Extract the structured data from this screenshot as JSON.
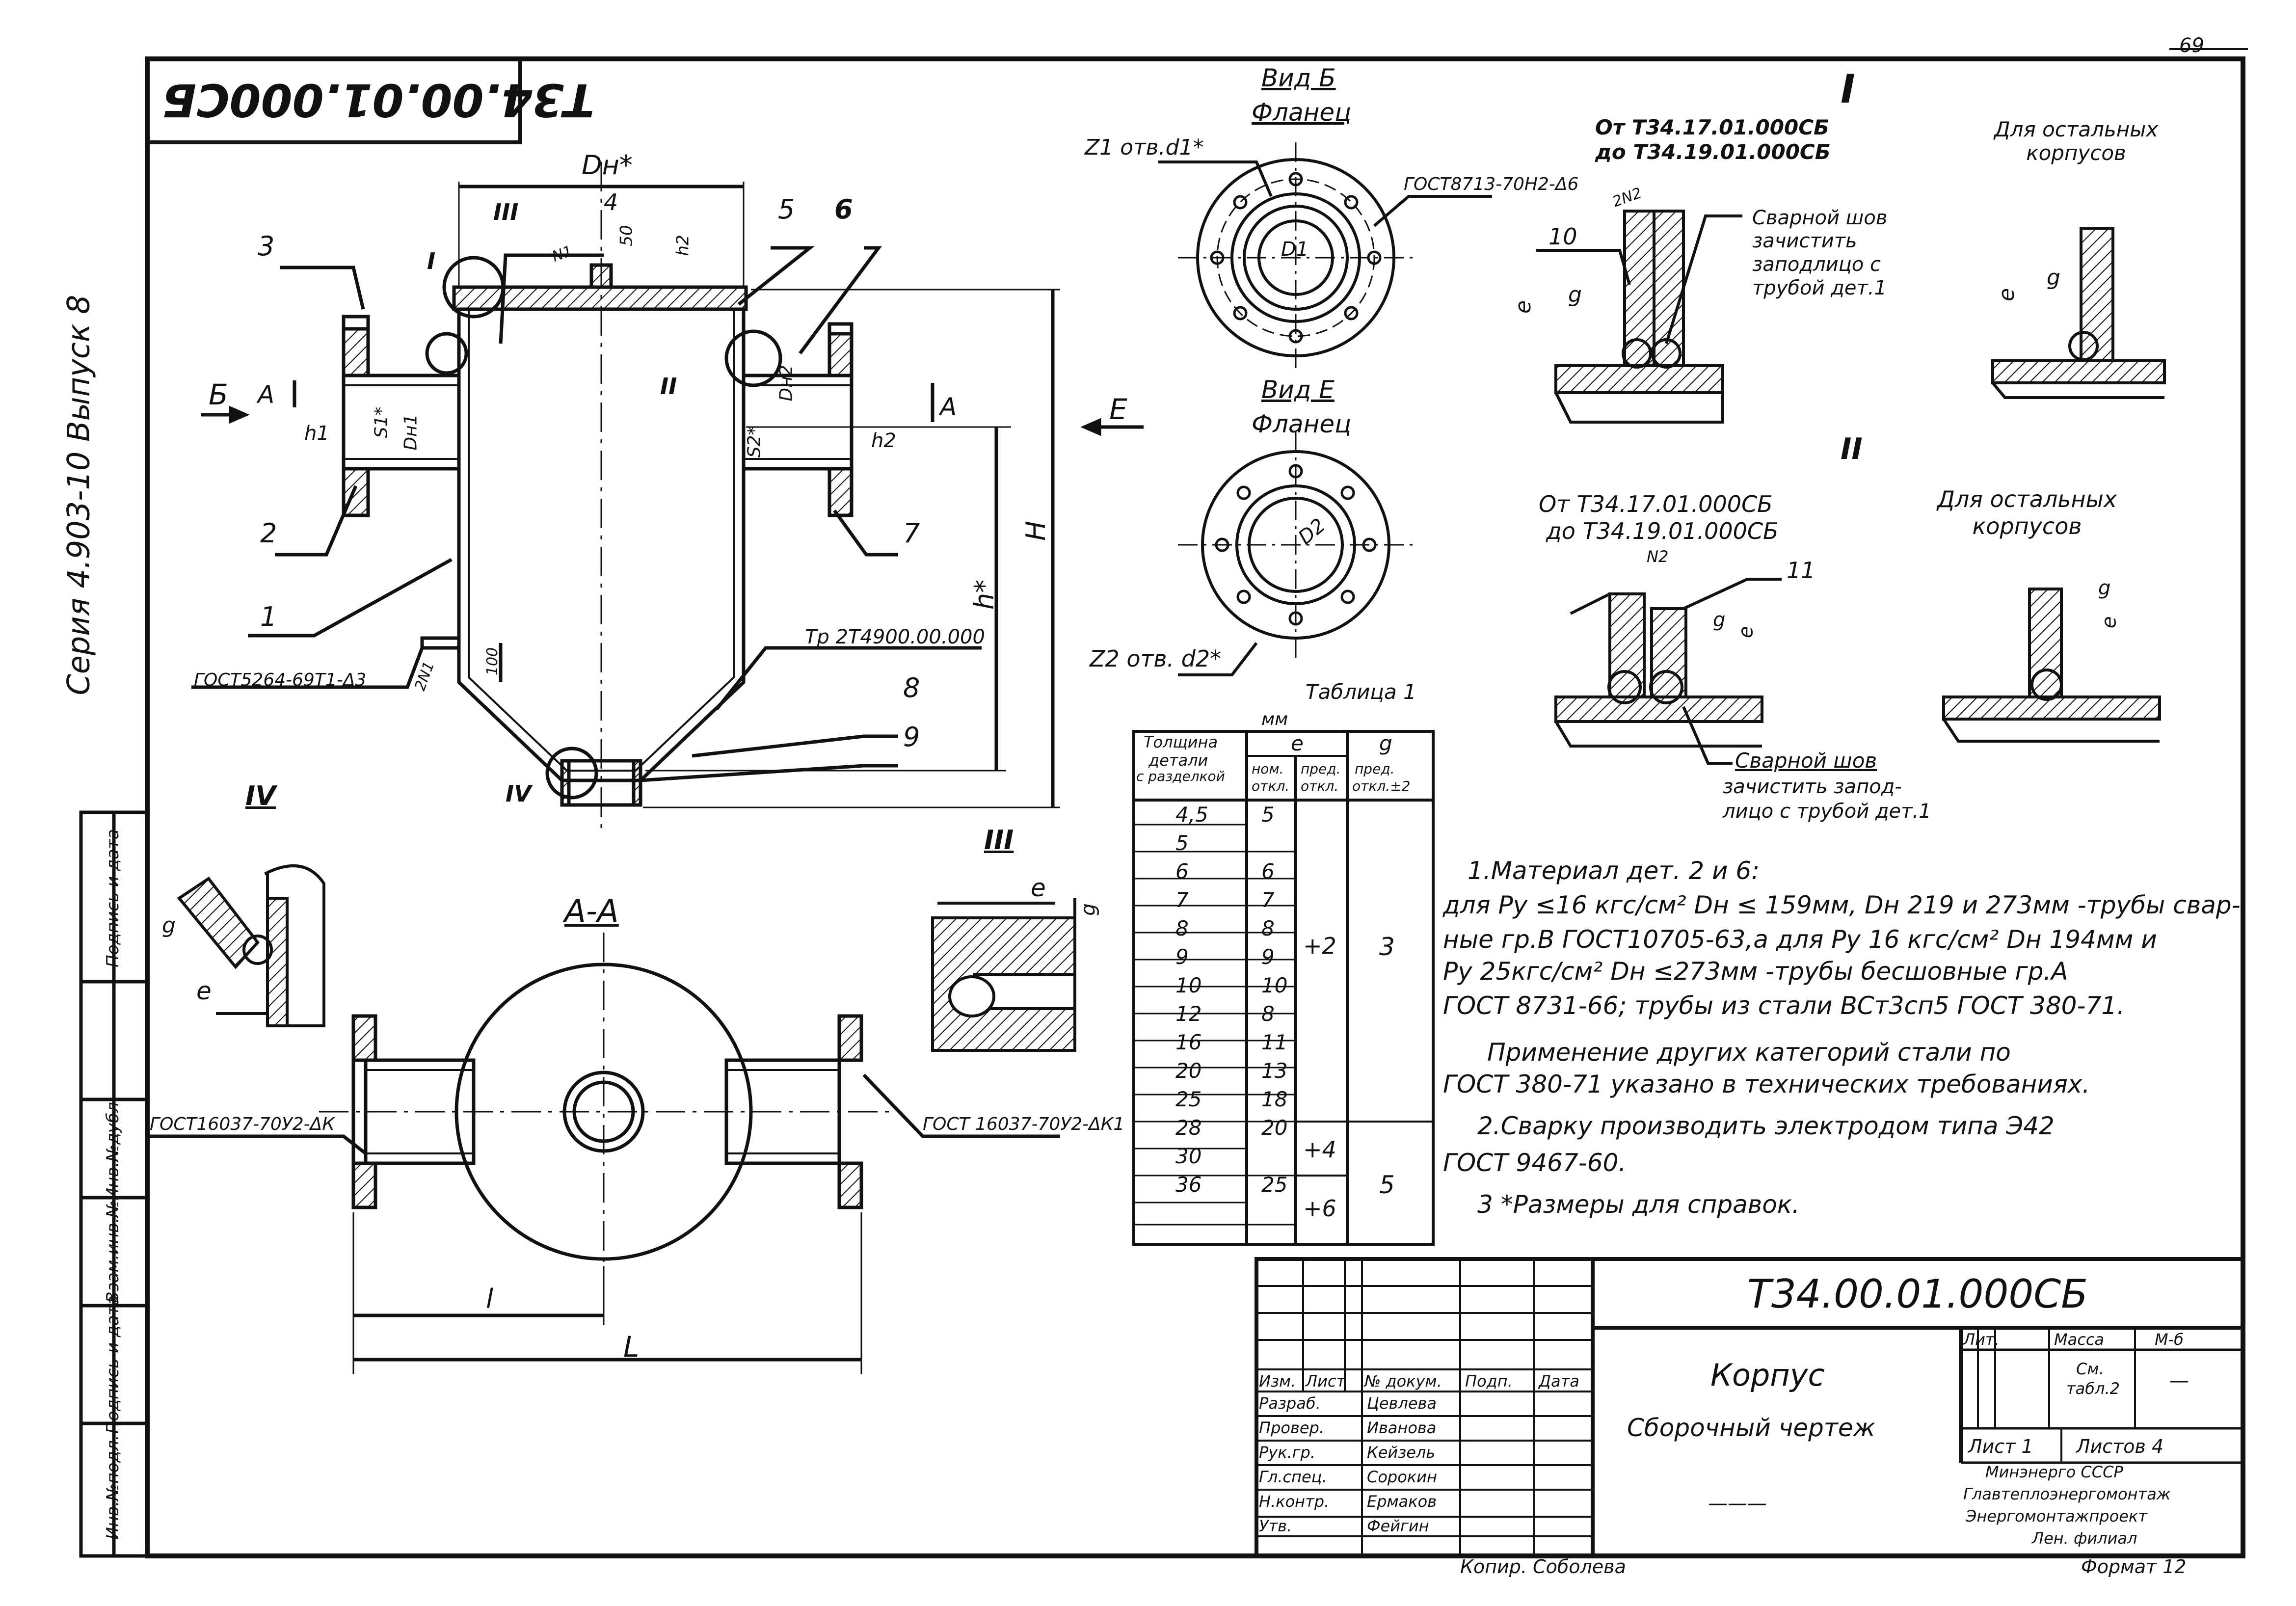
{
  "sheet": {
    "page_number": "69",
    "top_left_stamp": "Т34.00.01.000СБ"
  },
  "left_margin": {
    "series": "Серия 4.903-10   Выпуск 8",
    "col_inv_podl": "Инв.№подл.",
    "col_podpis_data_1": "Подпись и дата",
    "col_vzam_inv": "Взам.инв.№",
    "col_inv_dubl": "Инв.№дубл.",
    "col_podpis_data_2": "Подпись и дата"
  },
  "main_view": {
    "dn_label": "Dн*",
    "roman_III": "III",
    "roman_I": "I",
    "roman_II": "II",
    "roman_IV": "IV",
    "view_B_arrow": "Б",
    "view_E_arrow": "Е",
    "section_A": "А",
    "section_A2": "А",
    "H_label": "H",
    "h_star": "h*",
    "h1": "h1",
    "h2": "h2",
    "h2b": "h2",
    "S1": "S1*",
    "S2": "S2*",
    "Dn1": "Dн1",
    "Dn2": "Dн2",
    "dim_50": "50",
    "dim_100": "100",
    "N1": "N1",
    "weld_gost_1": "ГОСТ5264-69Т1-Δ3",
    "weld_code_1": "2N1",
    "tr_ref": "Тр 2Т4900.00.000",
    "callouts": [
      "1",
      "2",
      "3",
      "4",
      "5",
      "6",
      "7",
      "8",
      "9"
    ]
  },
  "view_b": {
    "title": "Вид Б",
    "subtitle": "Фланец",
    "holes_label": "Z1 отв.d1*",
    "gost": "ГОСТ8713-70Н2-Δ6",
    "gost_code": "2N2",
    "d_label": "D1"
  },
  "view_e": {
    "title": "Вид Е",
    "subtitle": "Фланец",
    "holes_label": "Z2 отв. d2*",
    "d_label": "D2"
  },
  "detail_I": {
    "title": "I",
    "range_from": "От Т34.17.01.000СБ",
    "range_to": "до Т34.19.01.000СБ",
    "other": "Для остальных корпусов",
    "weld_note": [
      "Сварной шов",
      "зачистить",
      "заподлицо с",
      "трубой дет.1"
    ],
    "callout": "10",
    "e": "e",
    "g": "g",
    "g2": "g",
    "e2": "e"
  },
  "detail_II": {
    "title": "II",
    "range_from": "От Т34.17.01.000СБ",
    "range_to": "до Т34.19.01.000СБ",
    "other": "Для остальных корпусов",
    "callout": "11",
    "n2": "N2",
    "weld_note": [
      "Сварной шов",
      "зачистить запод-",
      "лицо с трубой дет.1"
    ],
    "g": "g",
    "e": "e",
    "g2": "g",
    "e2": "e"
  },
  "detail_III": {
    "title": "III",
    "e": "e",
    "g": "g"
  },
  "detail_IV": {
    "title": "IV",
    "g": "g",
    "e": "e"
  },
  "section_AA": {
    "title": "А-А",
    "gost_left": "ГОСТ16037-70У2-ΔК",
    "gost_right": "ГОСТ 16037-70У2-ΔК1",
    "l_small": "l",
    "L_big": "L"
  },
  "table1": {
    "title": "Таблица 1",
    "unit": "мм",
    "col1_header": [
      "Толщина",
      "детали",
      "с разделкой"
    ],
    "e_header": "e",
    "g_header": "g",
    "e_nom": [
      "ном.",
      "откл."
    ],
    "e_pred": [
      "пред.",
      "откл."
    ],
    "g_pred": [
      "пред.",
      "откл.±2"
    ],
    "rows": [
      {
        "t": "4,5",
        "nom": "5"
      },
      {
        "t": "5",
        "nom": ""
      },
      {
        "t": "6",
        "nom": "6"
      },
      {
        "t": "7",
        "nom": "7"
      },
      {
        "t": "8",
        "nom": "8"
      },
      {
        "t": "9",
        "nom": "9"
      },
      {
        "t": "10",
        "nom": "10"
      },
      {
        "t": "12",
        "nom": "8"
      },
      {
        "t": "16",
        "nom": "11"
      },
      {
        "t": "20",
        "nom": "13"
      },
      {
        "t": "25",
        "nom": "18"
      },
      {
        "t": "28",
        "nom": "20"
      },
      {
        "t": "30",
        "nom": ""
      },
      {
        "t": "36",
        "nom": "25"
      }
    ],
    "pred_a": "+2",
    "pred_b": "+4",
    "pred_c": "+6",
    "g_a": "3",
    "g_b": "5"
  },
  "notes": [
    "1.Материал дет. 2 и 6:",
    "для Ру ≤16 кгс/см² Dн ≤ 159мм, Dн 219 и 273мм -трубы свар-",
    "ные гр.В ГОСТ10705-63,а для Ру 16 кгс/см² Dн 194мм и",
    "Ру 25кгс/см² Dн ≤273мм -трубы бесшовные гр.А",
    "ГОСТ 8731-66; трубы из стали ВСт3сп5 ГОСТ 380-71.",
    "Применение других категорий стали по",
    "ГОСТ 380-71 указано в технических требованиях.",
    "2.Сварку производить электродом типа Э42",
    "ГОСТ 9467-60.",
    "3 *Размеры для справок."
  ],
  "title_block": {
    "doc_number": "Т34.00.01.000СБ",
    "name": "Корпус",
    "doc_type": "Сборочный чертеж",
    "hdr": [
      "Изм.",
      "Лист",
      "№ докум.",
      "Подп.",
      "Дата"
    ],
    "roles": [
      {
        "role": "Разраб.",
        "name": "Цевлева"
      },
      {
        "role": "Провер.",
        "name": "Иванова"
      },
      {
        "role": "Рук.гр.",
        "name": "Кейзель"
      },
      {
        "role": "Гл.спец.",
        "name": "Сорокин"
      },
      {
        "role": "Н.контр.",
        "name": "Ермаков"
      },
      {
        "role": "Утв.",
        "name": "Фейгин"
      }
    ],
    "lit": "Лит.",
    "massa": "Масса",
    "masshtab": "М-б",
    "massa_val": [
      "См.",
      "табл.2"
    ],
    "masshtab_val": "—",
    "sheet": "Лист 1",
    "sheets": "Листов 4",
    "org": [
      "Минэнерго СССР",
      "Главтеплоэнергомонтаж",
      "Энергомонтажпроект",
      "Лен. филиал"
    ],
    "copied": "Копир. Соболева",
    "format": "Формат 12"
  }
}
